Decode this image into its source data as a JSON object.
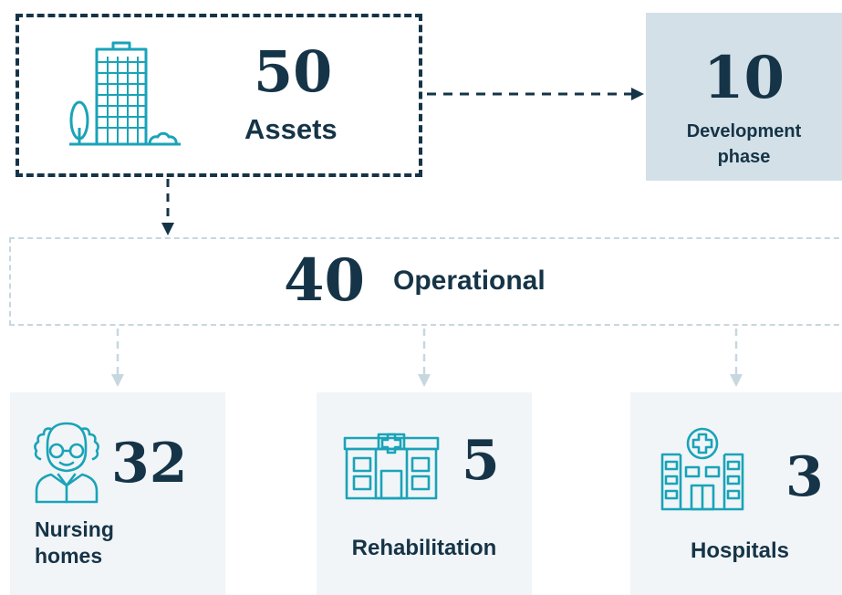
{
  "assets": {
    "value": "50",
    "label": "Assets"
  },
  "development": {
    "value": "10",
    "label_line1": "Development",
    "label_line2": "phase"
  },
  "operational": {
    "value": "40",
    "label": "Operational"
  },
  "categories": [
    {
      "value": "32",
      "label_line1": "Nursing",
      "label_line2": "homes",
      "icon": "elderly-person-icon"
    },
    {
      "value": "5",
      "label": "Rehabilitation",
      "icon": "rehabilitation-clinic-icon"
    },
    {
      "value": "3",
      "label": "Hospitals",
      "icon": "hospital-icon"
    }
  ],
  "colors": {
    "dark": "#163447",
    "accent": "#1aa3b8",
    "panel": "#d3e0e8",
    "card": "#f1f5f8",
    "dash_light": "#c7d7e0"
  }
}
